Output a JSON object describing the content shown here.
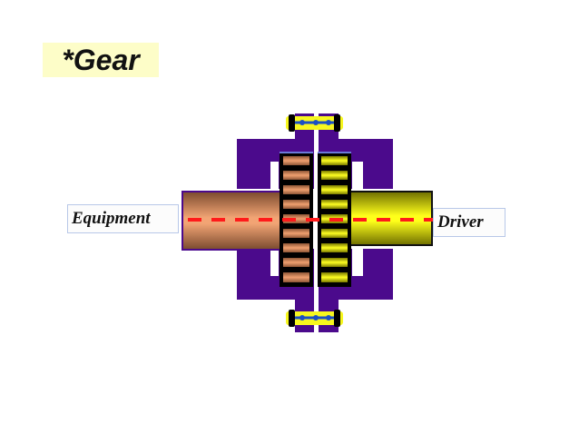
{
  "title": "*Gear",
  "labels": {
    "left": "Equipment",
    "right": "Driver"
  },
  "components": {
    "left_shaft": "equipment-shaft",
    "right_shaft": "driver-shaft",
    "left_hub_gear": "equipment-gear-hub",
    "right_hub_gear": "driver-gear-hub",
    "sleeve": "coupling-sleeve",
    "bolts": "flange-bolts",
    "centerline": "shaft-centerline"
  },
  "colors": {
    "sleeve": "#4b0a8c",
    "left_shaft": "#e89a6c",
    "right_shaft": "#f2f200",
    "centerline": "#ff1a1a",
    "title_bg": "#fdfdc8",
    "bolt_highlight": "#f7f71e",
    "bolt_line": "#1b4fc4"
  }
}
